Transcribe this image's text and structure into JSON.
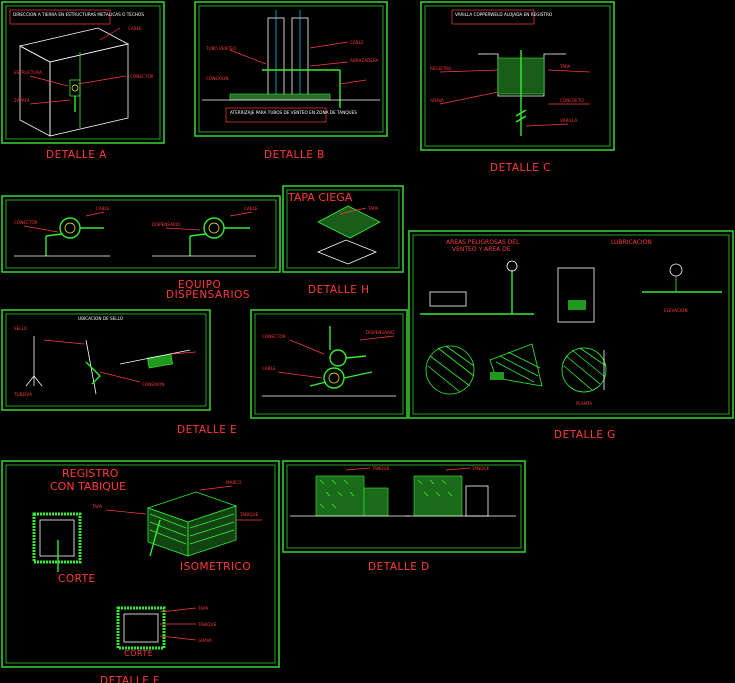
{
  "details": {
    "a": {
      "caption": "DETALLE A",
      "note": "DIRECCION A TIERRA EN ESTRUCTURAS METALICAS O TECHOS"
    },
    "b": {
      "caption": "DETALLE B",
      "note": "ATERRIZAJE PARA TUBOS DE VENTEO EN ZONA DE TANQUES"
    },
    "c": {
      "caption": "DETALLE C",
      "note": "VARILLA COPPERWELD ALOJADA EN REGISTRO"
    },
    "d": {
      "caption": "DETALLE D"
    },
    "e": {
      "caption": "DETALLE E",
      "note": "UBICACION DE SELLO"
    },
    "f": {
      "caption": "DETALLE F",
      "title_line1": "REGISTRO",
      "title_line2": "CON TABIQUE",
      "corte": "CORTE",
      "isometrico": "ISOMETRICO",
      "corte2": "CORTE"
    },
    "g": {
      "caption": "DETALLE G",
      "zone_label_line1": "AREAS PELIGROSAS DEL",
      "zone_label_line2": "VENTEO Y AREA DE",
      "lubricacion": "LUBRICACION",
      "elevacion": "ELEVACION",
      "planta": "PLANTA"
    },
    "h": {
      "caption": "DETALLE H",
      "title": "TAPA CIEGA"
    },
    "equipo": {
      "caption_line1": "EQUIPO",
      "caption_line2": "DISPENSARIOS"
    }
  }
}
